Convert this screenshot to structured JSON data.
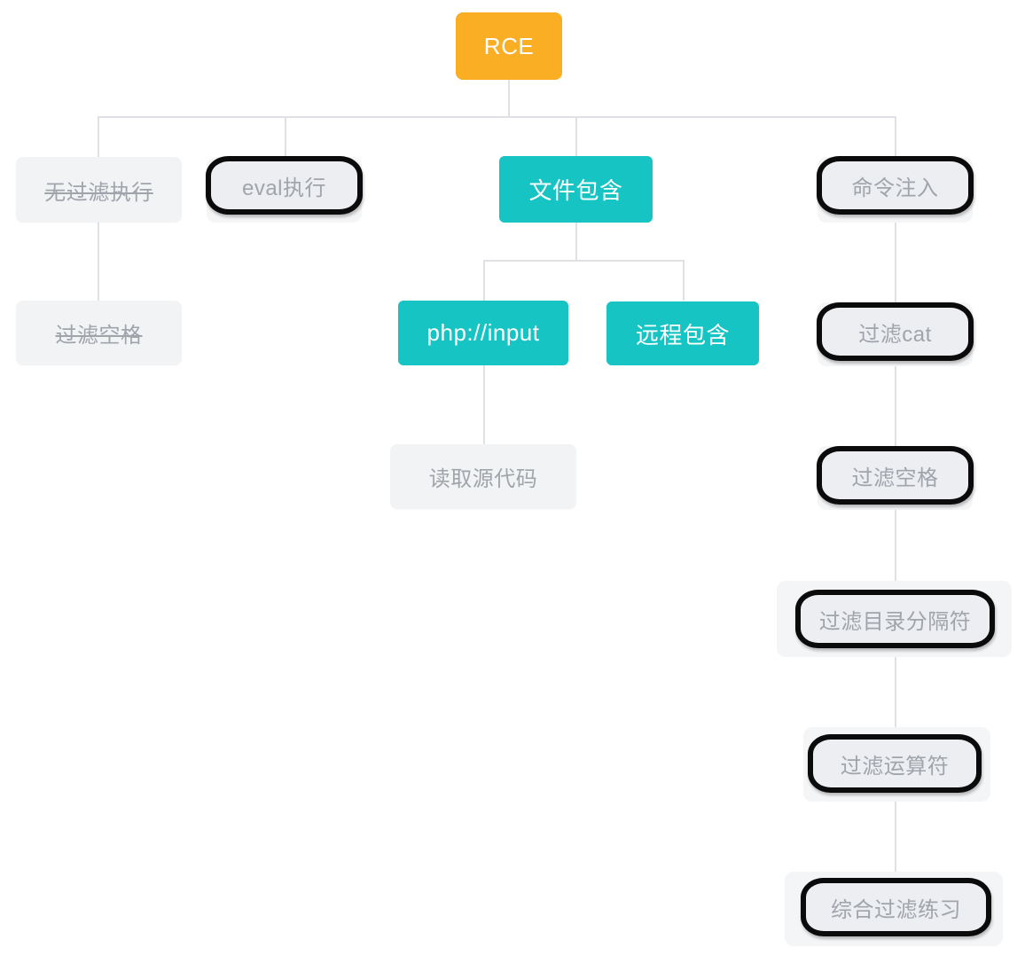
{
  "diagram": {
    "title": "RCE",
    "type": "mindmap-tree",
    "colors": {
      "root": "#f9ae23",
      "teal": "#16c4c4",
      "muted_fill": "#f2f3f5",
      "muted_text": "#a0a4ab",
      "outline": "#0b0b0b",
      "line": "#dfe1e4"
    },
    "nodes": {
      "root": "RCE",
      "no_filter_exec": "无过滤执行",
      "eval_exec": "eval执行",
      "file_include": "文件包含",
      "command_injection": "命令注入",
      "filter_space_left": "过滤空格",
      "php_input": "php://input",
      "remote_include": "远程包含",
      "filter_cat": "过滤cat",
      "read_source": "读取源代码",
      "filter_space_right": "过滤空格",
      "filter_dir_sep": "过滤目录分隔符",
      "filter_operator": "过滤运算符",
      "comprehensive_filter": "综合过滤练习"
    },
    "states": {
      "no_filter_exec": "completed-strikethrough",
      "filter_space_left": "completed-strikethrough",
      "eval_exec": "highlighted",
      "command_injection": "highlighted",
      "filter_cat": "highlighted",
      "filter_space_right": "highlighted",
      "filter_dir_sep": "highlighted",
      "filter_operator": "highlighted",
      "comprehensive_filter": "highlighted",
      "file_include": "active",
      "php_input": "active",
      "remote_include": "active",
      "read_source": "normal"
    }
  }
}
